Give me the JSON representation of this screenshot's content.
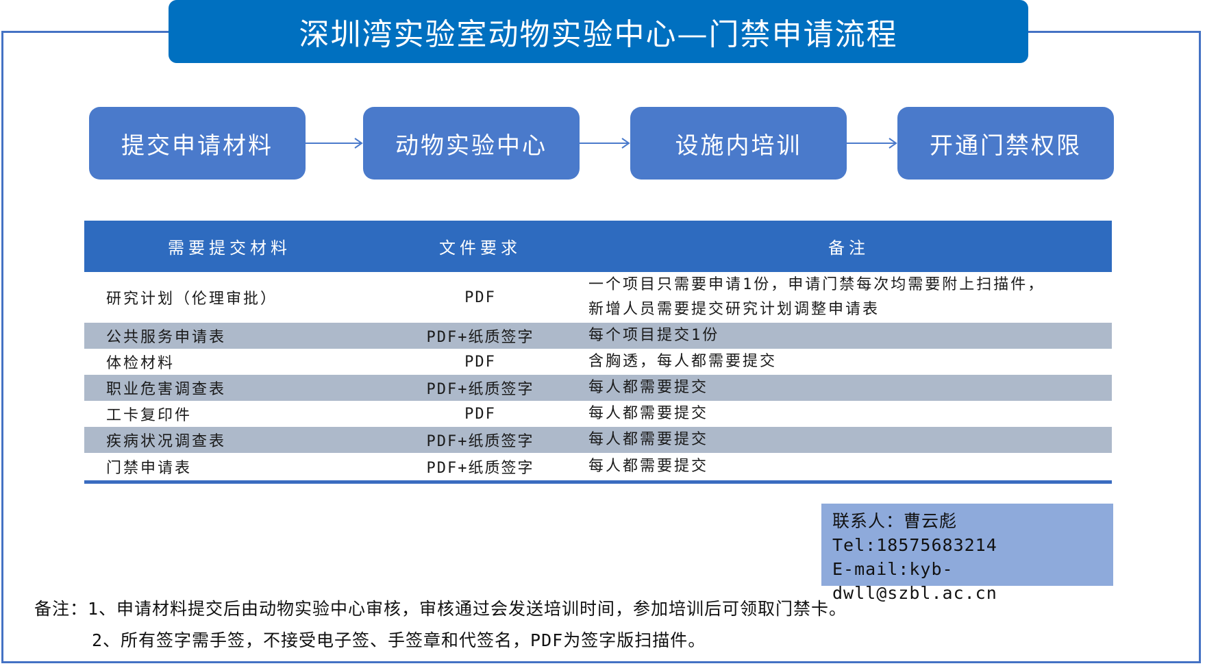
{
  "title": "深圳湾实验室动物实验中心—门禁申请流程",
  "steps": [
    "提交申请材料",
    "动物实验中心",
    "设施内培训",
    "开通门禁权限"
  ],
  "table": {
    "headers": [
      "需要提交材料",
      "文件要求",
      "备注"
    ],
    "rows": [
      {
        "name": "研究计划（伦理审批）",
        "req": "PDF",
        "note_lines": [
          "一个项目只需要申请1份，申请门禁每次均需要附上扫描件，",
          "新增人员需要提交研究计划调整申请表"
        ]
      },
      {
        "name": "公共服务申请表",
        "req": "PDF+纸质签字",
        "note_lines": [
          "每个项目提交1份"
        ]
      },
      {
        "name": "体检材料",
        "req": "PDF",
        "note_lines": [
          "含胸透，每人都需要提交"
        ]
      },
      {
        "name": "职业危害调查表",
        "req": "PDF+纸质签字",
        "note_lines": [
          "每人都需要提交"
        ]
      },
      {
        "name": "工卡复印件",
        "req": "PDF",
        "note_lines": [
          "每人都需要提交"
        ]
      },
      {
        "name": "疾病状况调查表",
        "req": "PDF+纸质签字",
        "note_lines": [
          "每人都需要提交"
        ]
      },
      {
        "name": "门禁申请表",
        "req": "PDF+纸质签字",
        "note_lines": [
          "每人都需要提交"
        ]
      }
    ]
  },
  "contact": {
    "person": "联系人：曹云彪",
    "tel": "Tel:18575683214",
    "email": "E-mail:kyb-dwll@szbl.ac.cn"
  },
  "notes": {
    "line1": "备注：1、申请材料提交后由动物实验中心审核，审核通过会发送培训时间，参加培训后可领取门禁卡。",
    "line2": "2、所有签字需手签，不接受电子签、手签章和代签名，PDF为签字版扫描件。"
  },
  "colors": {
    "frame": "#4472c4",
    "title_bg": "#0070c0",
    "step_bg": "#4a7acb",
    "header_bg": "#2e6bbf",
    "row_shade": "#adb9ca",
    "contact_bg": "#8eaadb"
  }
}
